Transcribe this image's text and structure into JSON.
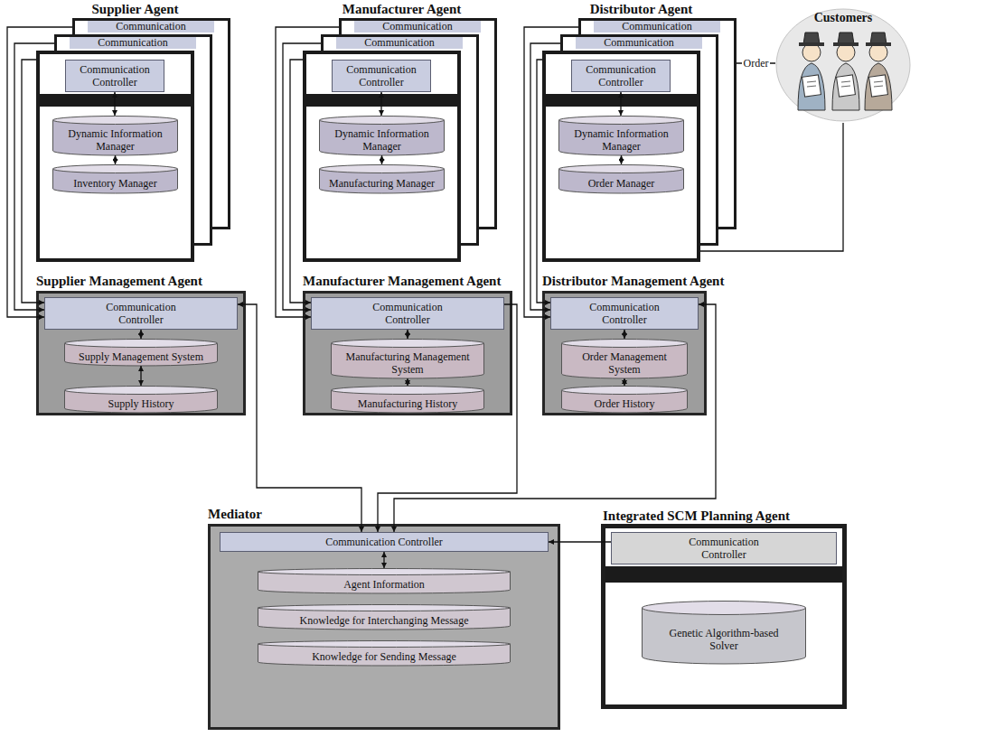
{
  "diagram": {
    "nodes": [
      {
        "text": [
          "Communication"
        ]
      },
      {
        "text": [
          "Communication"
        ]
      },
      {
        "text": [
          "Supplier Agent"
        ]
      },
      {
        "text": [
          "Communication Controller"
        ],
        "in": 2
      },
      {
        "text": [
          "Dynamic Information Manager"
        ],
        "in": 2
      },
      {
        "text": [
          "Inventory Manager"
        ],
        "in": 2
      },
      {
        "text": [
          "Communication"
        ]
      },
      {
        "text": [
          "Communication"
        ]
      },
      {
        "text": [
          "Manufacturer Agent"
        ]
      },
      {
        "text": [
          "Communication Controller"
        ],
        "in": 8
      },
      {
        "text": [
          "Dynamic Information Manager"
        ],
        "in": 8
      },
      {
        "text": [
          "Manufacturing Manager"
        ],
        "in": 8
      },
      {
        "text": [
          "Communication"
        ]
      },
      {
        "text": [
          "Communication"
        ]
      },
      {
        "text": [
          "Distributor Agent"
        ]
      },
      {
        "text": [
          "Communication Controller"
        ],
        "in": 14
      },
      {
        "text": [
          "Dynamic Information Manager"
        ],
        "in": 14
      },
      {
        "text": [
          "Order Manager"
        ],
        "in": 14
      },
      {
        "text": [
          "Customers"
        ]
      },
      {
        "text": [
          "Supplier Management Agent"
        ]
      },
      {
        "text": [
          "Communication Controller"
        ],
        "in": 19
      },
      {
        "text": [
          "Supply Management System"
        ],
        "in": 19
      },
      {
        "text": [
          "Supply History"
        ],
        "in": 19
      },
      {
        "text": [
          "Manufacturer Management Agent"
        ]
      },
      {
        "text": [
          "Communication Controller"
        ],
        "in": 23
      },
      {
        "text": [
          "Manufacturing Management System"
        ],
        "in": 23
      },
      {
        "text": [
          "Manufacturing History"
        ],
        "in": 23
      },
      {
        "text": [
          "Distributor Management Agent"
        ]
      },
      {
        "text": [
          "Communication Controller"
        ],
        "in": 27
      },
      {
        "text": [
          "Order Management System"
        ],
        "in": 27
      },
      {
        "text": [
          "Order History"
        ],
        "in": 27
      },
      {
        "text": [
          "Mediator"
        ]
      },
      {
        "text": [
          "Communication Controller"
        ],
        "in": 31
      },
      {
        "text": [
          "Agent Information"
        ],
        "in": 31
      },
      {
        "text": [
          "Knowledge for Interchanging Message"
        ],
        "in": 31
      },
      {
        "text": [
          "Knowledge for Sending Message"
        ],
        "in": 31
      },
      {
        "text": [
          "Integrated SCM Planning Agent"
        ]
      },
      {
        "text": [
          "Communication Controller"
        ],
        "in": 36
      },
      {
        "text": [
          "Genetic Algorithm-based Solver"
        ],
        "in": 36
      }
    ],
    "edges": [
      {
        "from": 3,
        "to": 4,
        "arrow": "both"
      },
      {
        "from": 4,
        "to": 5,
        "arrow": "both"
      },
      {
        "from": 9,
        "to": 10,
        "arrow": "both"
      },
      {
        "from": 10,
        "to": 11,
        "arrow": "both"
      },
      {
        "from": 15,
        "to": 16,
        "arrow": "both"
      },
      {
        "from": 16,
        "to": 17,
        "arrow": "both"
      },
      {
        "from": 2,
        "to": 20,
        "arrow": "to"
      },
      {
        "from": 1,
        "to": 20,
        "arrow": "to"
      },
      {
        "from": 0,
        "to": 20,
        "arrow": "to"
      },
      {
        "from": 8,
        "to": 24,
        "arrow": "to"
      },
      {
        "from": 7,
        "to": 24,
        "arrow": "to"
      },
      {
        "from": 6,
        "to": 24,
        "arrow": "to"
      },
      {
        "from": 14,
        "to": 28,
        "arrow": "to"
      },
      {
        "from": 13,
        "to": 28,
        "arrow": "to"
      },
      {
        "from": 12,
        "to": 28,
        "arrow": "to"
      },
      {
        "from": 18,
        "to": 12,
        "label": "Order",
        "arrow": "none"
      },
      {
        "from": 18,
        "to": 14,
        "arrow": "none"
      },
      {
        "from": 20,
        "to": 21,
        "arrow": "both"
      },
      {
        "from": 21,
        "to": 22,
        "arrow": "both"
      },
      {
        "from": 24,
        "to": 25,
        "arrow": "both"
      },
      {
        "from": 25,
        "to": 26,
        "arrow": "both"
      },
      {
        "from": 28,
        "to": 29,
        "arrow": "both"
      },
      {
        "from": 29,
        "to": 30,
        "arrow": "both"
      },
      {
        "from": 20,
        "to": 32,
        "arrow": "both"
      },
      {
        "from": 24,
        "to": 32,
        "arrow": "to"
      },
      {
        "from": 28,
        "to": 32,
        "arrow": "both"
      },
      {
        "from": 32,
        "to": 33,
        "arrow": "both"
      },
      {
        "from": 37,
        "to": 32,
        "arrow": "to"
      }
    ]
  }
}
